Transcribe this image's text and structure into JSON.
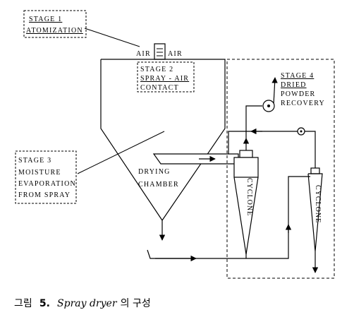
{
  "stages": {
    "stage1": {
      "line1": "STAGE 1",
      "line2": "ATOMIZATION"
    },
    "stage2": {
      "line1": "STAGE 2",
      "line2": "SPRAY - AIR",
      "line3": "CONTACT"
    },
    "stage3": {
      "line1": "STAGE 3",
      "line2": "MOISTURE",
      "line3": "EVAPORATION",
      "line4": "FROM SPRAY"
    },
    "stage4": {
      "line1": "STAGE 4",
      "line2": "DRIED",
      "line3": "POWDER",
      "line4": "RECOVERY"
    }
  },
  "air_left": "AIR",
  "air_right": "AIR",
  "chamber": {
    "line1": "DRYING",
    "line2": "CHAMBER"
  },
  "cyclone_1": "CYCLONE",
  "cyclone_2": "CYCLONE",
  "caption": {
    "prefix": "그림",
    "number": "5.",
    "title_italic": "Spray dryer",
    "suffix": "의 구성"
  }
}
